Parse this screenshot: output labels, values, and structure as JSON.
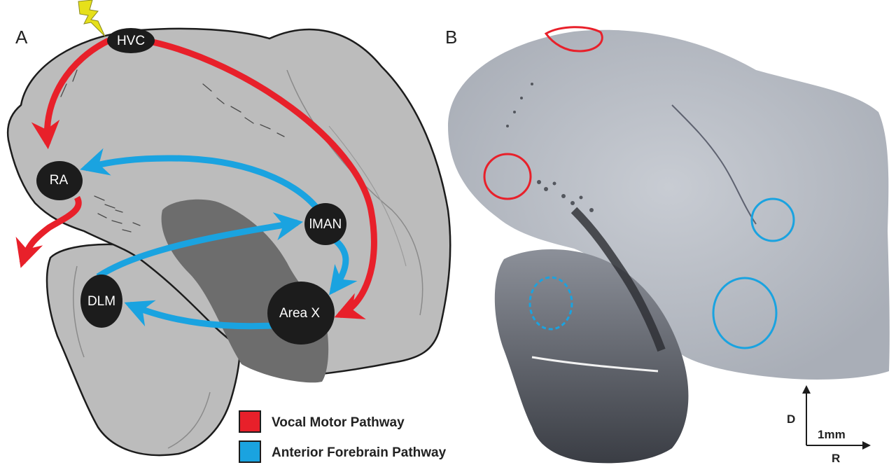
{
  "panels": {
    "a": "A",
    "b": "B"
  },
  "nuclei": {
    "hvc": "HVC",
    "ra": "RA",
    "lman": "lMAN",
    "area_x": "Area X",
    "dlm": "DLM"
  },
  "legend": {
    "vocal": {
      "label": "Vocal Motor Pathway",
      "color": "#e8202a"
    },
    "afp": {
      "label": "Anterior Forebrain Pathway",
      "color": "#1aa3e0"
    }
  },
  "orientation": {
    "dorsal": "D",
    "rostral": "R",
    "scale": "1mm"
  },
  "colors": {
    "brain": "#bcbcbc",
    "striatum": "#6d6d6d",
    "nucleus": "#1c1c1c",
    "stimulus": "#e6e01a"
  }
}
